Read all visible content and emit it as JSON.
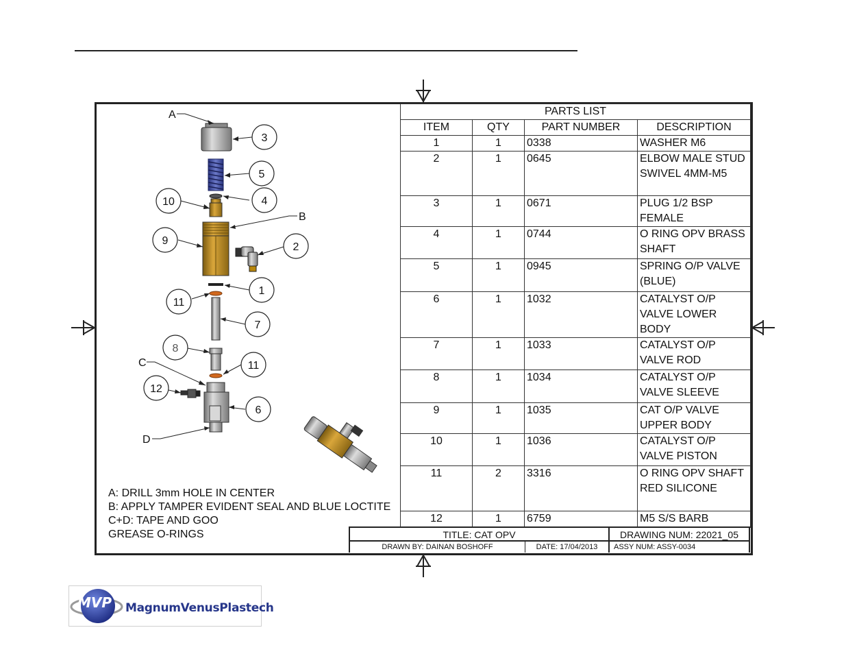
{
  "callouts": [
    "3",
    "5",
    "4",
    "10",
    "9",
    "2",
    "1",
    "11",
    "7",
    "8",
    "11",
    "12",
    "6"
  ],
  "letters": {
    "a": "A",
    "b": "B",
    "c": "C",
    "d": "D"
  },
  "parts_list": {
    "title": "PARTS LIST",
    "headers": [
      "ITEM",
      "QTY",
      "PART NUMBER",
      "DESCRIPTION"
    ],
    "rows": [
      {
        "item": "1",
        "qty": "1",
        "part": "0338",
        "desc": [
          "WASHER M6"
        ]
      },
      {
        "item": "2",
        "qty": "1",
        "part": "0645",
        "desc": [
          "ELBOW MALE STUD",
          "SWIVEL 4MM-M5"
        ]
      },
      {
        "item": "3",
        "qty": "1",
        "part": "0671",
        "desc": [
          "PLUG 1/2 BSP",
          "FEMALE"
        ]
      },
      {
        "item": "4",
        "qty": "1",
        "part": "0744",
        "desc": [
          "O RING OPV BRASS",
          "SHAFT"
        ]
      },
      {
        "item": "5",
        "qty": "1",
        "part": "0945",
        "desc": [
          "SPRING O/P VALVE",
          "(BLUE)"
        ]
      },
      {
        "item": "6",
        "qty": "1",
        "part": "1032",
        "desc": [
          "CATALYST O/P",
          "VALVE LOWER BODY"
        ]
      },
      {
        "item": "7",
        "qty": "1",
        "part": "1033",
        "desc": [
          "CATALYST O/P",
          "VALVE ROD"
        ]
      },
      {
        "item": "8",
        "qty": "1",
        "part": "1034",
        "desc": [
          "CATALYST O/P",
          "VALVE SLEEVE"
        ]
      },
      {
        "item": "9",
        "qty": "1",
        "part": "1035",
        "desc": [
          "CAT O/P VALVE",
          "UPPER BODY"
        ]
      },
      {
        "item": "10",
        "qty": "1",
        "part": "1036",
        "desc": [
          "CATALYST O/P",
          "VALVE PISTON"
        ]
      },
      {
        "item": "11",
        "qty": "2",
        "part": "3316",
        "desc": [
          "O RING OPV SHAFT",
          "RED SILICONE"
        ]
      },
      {
        "item": "12",
        "qty": "1",
        "part": "6759",
        "desc": [
          "M5 S/S BARB"
        ]
      }
    ]
  },
  "notes": [
    "A: DRILL 3mm HOLE IN CENTER",
    "B: APPLY TAMPER EVIDENT SEAL AND BLUE LOCTITE",
    "C+D: TAPE AND GOO",
    "GREASE O-RINGS"
  ],
  "title_block": {
    "title": "TITLE: CAT OPV",
    "drawing_num": "DRAWING NUM: 22021_05",
    "drawn_by": "DRAWN BY: DAINAN BOSHOFF",
    "date": "DATE: 17/04/2013",
    "assy_num": "ASSY NUM: ASSY-0034"
  },
  "logo": {
    "badge": "MVP",
    "name": "MagnumVenusPlastech"
  },
  "colors": {
    "brass": "#b8860b",
    "spring": "#3c4aa0",
    "oring": "#d2691e",
    "steel": "#9a9a9a",
    "logo_blue": "#26368a"
  }
}
